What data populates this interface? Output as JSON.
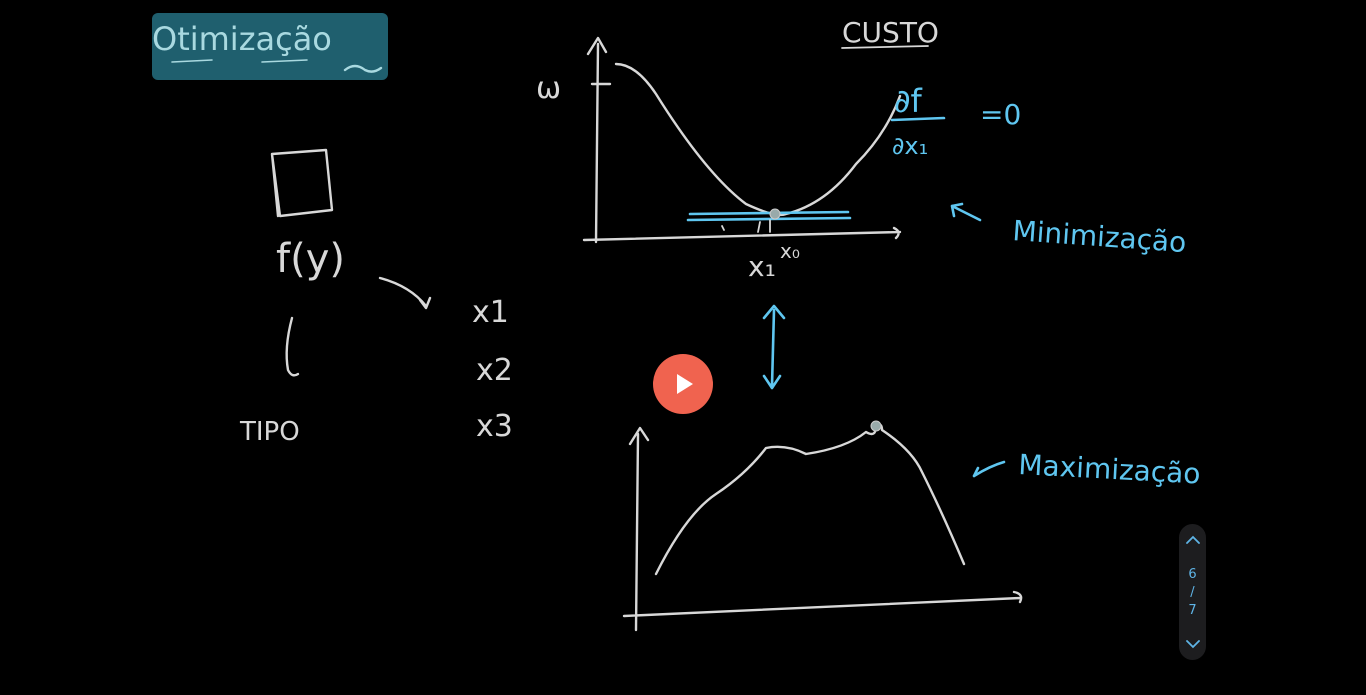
{
  "board": {
    "title": "Otimização",
    "function_label": "f(y)",
    "type_label": "TIPO",
    "variables": [
      "x1",
      "x2",
      "x3"
    ],
    "cost_label": "CUSTO",
    "w_label": "ω",
    "derivative_top": "∂f",
    "derivative_bottom": "∂x₁",
    "equals_zero": "=0",
    "x1_label": "x₁",
    "x0_label": "x₀",
    "minimization": "Minimização",
    "maximization": "Maximização",
    "colors": {
      "title_highlight": "#1f5f6e",
      "chalk": "#d8d8d8",
      "blue_ink": "#5fc6f0",
      "play_button": "#f0634f"
    }
  },
  "player": {
    "play_icon": "play-icon"
  },
  "pager": {
    "current": "6",
    "separator": "/",
    "total": "7",
    "up_icon": "chevron-up-icon",
    "down_icon": "chevron-down-icon"
  }
}
